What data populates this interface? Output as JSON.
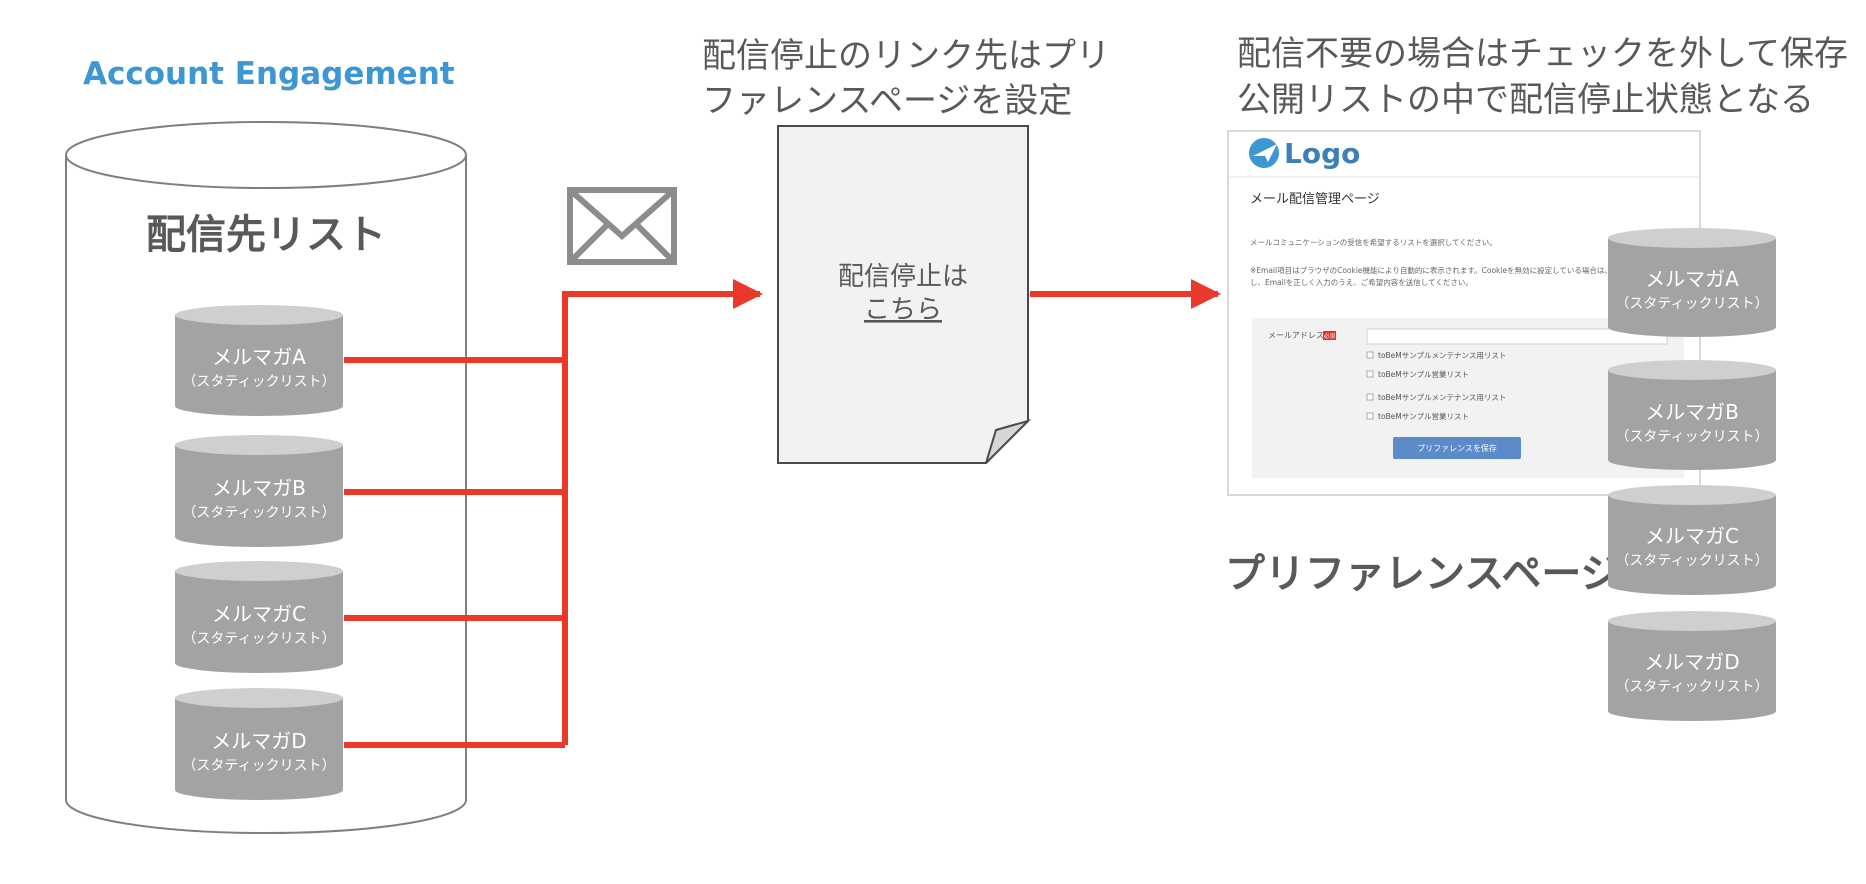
{
  "colors": {
    "brand_blue": "#3d97d3",
    "arrow_red": "#e8392b",
    "cylinder_gray": "#a3a3a3",
    "cylinder_top": "#cfcfcf",
    "heading_gray": "#595959",
    "button_blue": "#5b8bc9"
  },
  "account_engagement": {
    "title": "Account Engagement",
    "list_title": "配信先リスト",
    "lists": [
      {
        "name": "メルマガA",
        "type": "（スタティックリスト）"
      },
      {
        "name": "メルマガB",
        "type": "（スタティックリスト）"
      },
      {
        "name": "メルマガC",
        "type": "（スタティックリスト）"
      },
      {
        "name": "メルマガD",
        "type": "（スタティックリスト）"
      }
    ]
  },
  "email": {
    "icon": "envelope-icon",
    "caption_line1": "配信停止のリンク先はプリ",
    "caption_line2": "ファレンスページを設定",
    "doc_text": "配信停止は",
    "doc_link": "こちら"
  },
  "preference": {
    "caption_line1": "配信不要の場合はチェックを外して保存",
    "caption_line2": "公開リストの中で配信停止状態となる",
    "label": "プリファレンスページ",
    "logo_text": "Logo",
    "logo_icon": "paper-plane-icon",
    "page_title": "メール配信管理ページ",
    "intro": "メールコミュニケーションの受信を希望するリストを選択してください。",
    "notice_line1": "※Email項目はブラウザのCookie機能により自動的に表示されます。Cookieを無効に設定している場合は、一度",
    "notice_line2": "し、Emailを正しく入力のうえ、ご希望内容を送信してください。",
    "email_label": "メールアドレス",
    "required_badge": "必須",
    "checkboxes": [
      "toBeMサンプルメンテナンス用リスト",
      "toBeMサンプル営業リスト",
      "toBeMサンプルメンテナンス用リスト",
      "toBeMサンプル営業リスト"
    ],
    "save_button": "プリファレンスを保存",
    "public_lists": [
      {
        "name": "メルマガA",
        "type": "（スタティックリスト）"
      },
      {
        "name": "メルマガB",
        "type": "（スタティックリスト）"
      },
      {
        "name": "メルマガC",
        "type": "（スタティックリスト）"
      },
      {
        "name": "メルマガD",
        "type": "（スタティックリスト）"
      }
    ]
  }
}
